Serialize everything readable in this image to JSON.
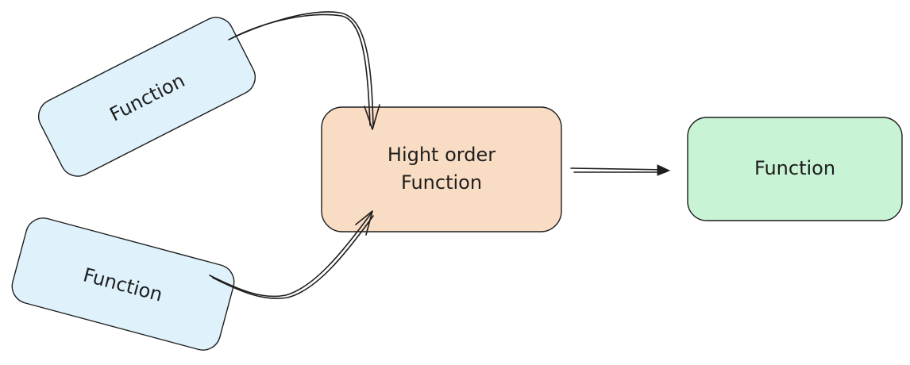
{
  "nodes": {
    "input_top": {
      "label": "Function",
      "fill": "#dff2fc"
    },
    "input_bottom": {
      "label": "Function",
      "fill": "#dff2fc"
    },
    "hof": {
      "line1": "Hight order",
      "line2": "Function",
      "fill": "#f9dcc4"
    },
    "output": {
      "label": "Function",
      "fill": "#c8f3d4"
    }
  },
  "colors": {
    "stroke": "#1e1e1e",
    "background": "#ffffff"
  }
}
